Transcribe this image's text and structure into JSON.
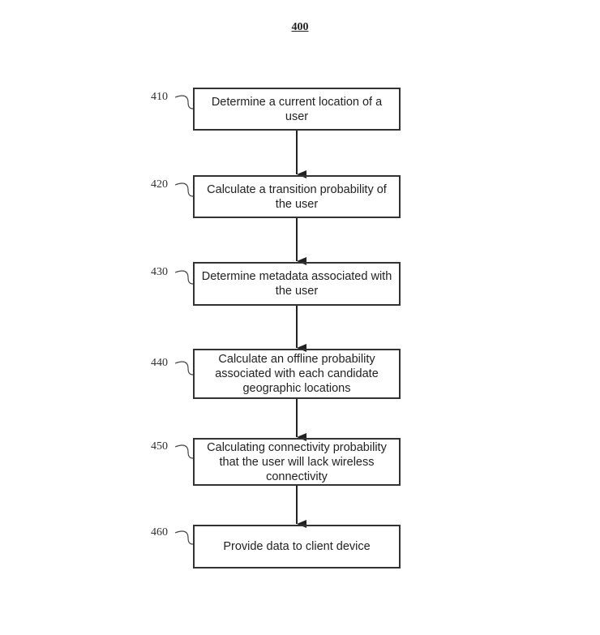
{
  "figure_label": "400",
  "steps": [
    {
      "ref": "410",
      "text": "Determine a current location of a user"
    },
    {
      "ref": "420",
      "text": "Calculate a transition probability of the user"
    },
    {
      "ref": "430",
      "text": "Determine metadata associated with the user"
    },
    {
      "ref": "440",
      "text": "Calculate an offline probability associated with each candidate geographic locations"
    },
    {
      "ref": "450",
      "text": "Calculating connectivity probability that the user will lack wireless connectivity"
    },
    {
      "ref": "460",
      "text": "Provide data to client device"
    }
  ]
}
